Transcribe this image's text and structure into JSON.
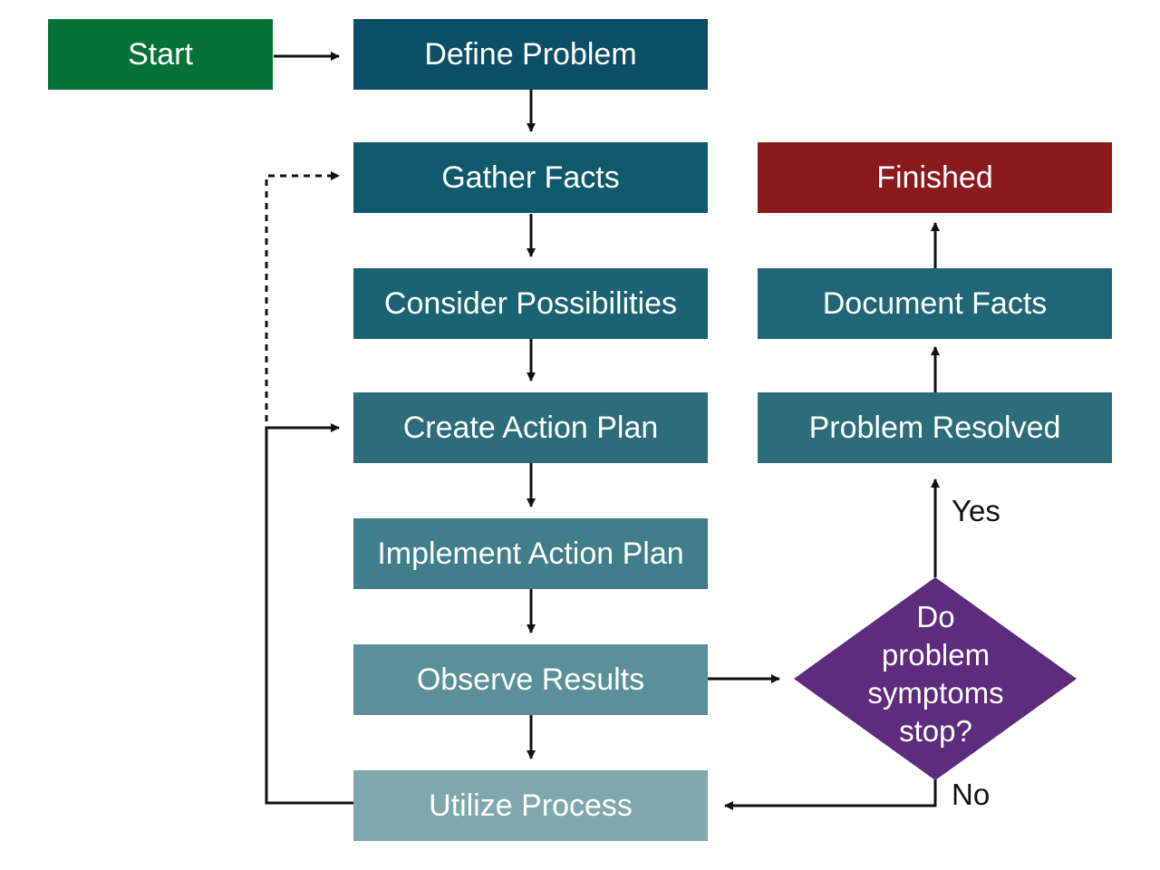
{
  "colors": {
    "start": "#077237",
    "define_problem": "#0b4f66",
    "gather_facts": "#0e5a6c",
    "consider_possibilities": "#1a6373",
    "create_action_plan": "#2b6d7b",
    "implement_action_plan": "#3f7e8a",
    "observe_results": "#5a909a",
    "utilize_process": "#7ea8ad",
    "finished": "#8b1a1d",
    "document_facts": "#1f6777",
    "problem_resolved": "#2b6d7b",
    "decision": "#5d2c7c",
    "connector": "#111111"
  },
  "nodes": {
    "start": "Start",
    "define_problem": "Define Problem",
    "gather_facts": "Gather Facts",
    "consider_possibilities": "Consider Possibilities",
    "create_action_plan": "Create Action Plan",
    "implement_action_plan": "Implement Action Plan",
    "observe_results": "Observe Results",
    "utilize_process": "Utilize Process",
    "finished": "Finished",
    "document_facts": "Document Facts",
    "problem_resolved": "Problem Resolved",
    "decision": {
      "line1": "Do",
      "line2": "problem",
      "line3": "symptoms",
      "line4": "stop?"
    }
  },
  "edge_labels": {
    "yes": "Yes",
    "no": "No"
  }
}
